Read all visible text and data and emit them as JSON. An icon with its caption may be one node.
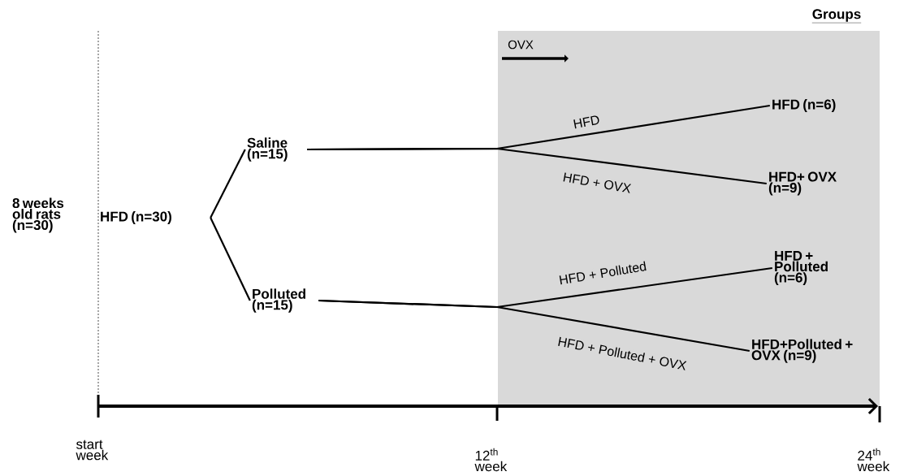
{
  "diagram": {
    "nodes": [
      {
        "text": [
          "HFD (n=30)"
        ]
      },
      {
        "text": [
          "Saline (n=15)"
        ]
      },
      {
        "text": [
          "Polluted (n=15)"
        ]
      },
      {
        "text": [
          "HFD (n=6)"
        ]
      },
      {
        "text": [
          "HFD+ OVX (n=9)"
        ]
      },
      {
        "text": [
          "HFD + Polluted (n=6)"
        ]
      },
      {
        "text": [
          "HFD+Polluted + OVX (n=9)"
        ]
      }
    ],
    "edges": [
      {
        "from": 0,
        "to": 1,
        "arrow": "none"
      },
      {
        "from": 0,
        "to": 2,
        "arrow": "none"
      },
      {
        "from": 1,
        "to": 3,
        "arrow": "none",
        "label": "HFD"
      },
      {
        "from": 1,
        "to": 4,
        "arrow": "none",
        "label": "HFD + OVX"
      },
      {
        "from": 2,
        "to": 5,
        "arrow": "none",
        "label": "HFD + Polluted"
      },
      {
        "from": 2,
        "to": 6,
        "arrow": "none",
        "label": "HFD + Polluted + OVX"
      }
    ],
    "labels": [
      "Groups",
      "OVX",
      "8 weeks old rats (n=30)",
      "start week",
      "12$^{th}$ week",
      "24$^{th}$ week"
    ]
  }
}
